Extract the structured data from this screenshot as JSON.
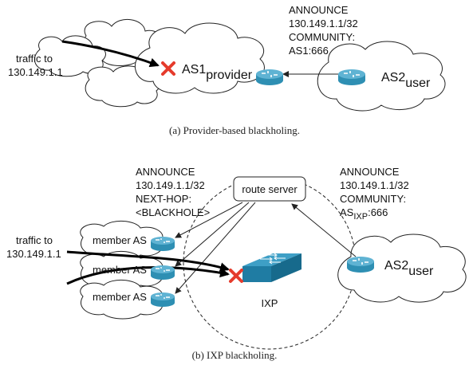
{
  "figure_a": {
    "caption": "(a) Provider-based blackholing.",
    "announce_lines": [
      "ANNOUNCE",
      "130.149.1.1/32",
      "COMMUNITY:",
      "AS1:666"
    ],
    "traffic_lines": [
      "traffic to",
      "130.149.1.1"
    ],
    "provider_label_main": "AS1",
    "provider_label_sub": "provider",
    "user_label_main": "AS2",
    "user_label_sub": "user"
  },
  "figure_b": {
    "caption": "(b) IXP blackholing.",
    "left_announce_lines": [
      "ANNOUNCE",
      "130.149.1.1/32",
      "NEXT-HOP:",
      "<BLACKHOLE>"
    ],
    "right_announce_lines": [
      "ANNOUNCE",
      "130.149.1.1/32",
      "COMMUNITY:"
    ],
    "right_community_prefix": "AS",
    "right_community_sub": "IXP",
    "right_community_suffix": ":666",
    "route_server_label": "route server",
    "traffic_lines": [
      "traffic to",
      "130.149.1.1"
    ],
    "member_labels": [
      "member AS",
      "member AS",
      "member AS"
    ],
    "ixp_label": "IXP",
    "user_label_main": "AS2",
    "user_label_sub": "user"
  },
  "colors": {
    "router_body": "#2e8fb3",
    "router_top": "#5fb3d3",
    "switch_body": "#1f7ca3",
    "switch_top": "#3e9fc6",
    "blackhole_x": "#e53b2c"
  }
}
